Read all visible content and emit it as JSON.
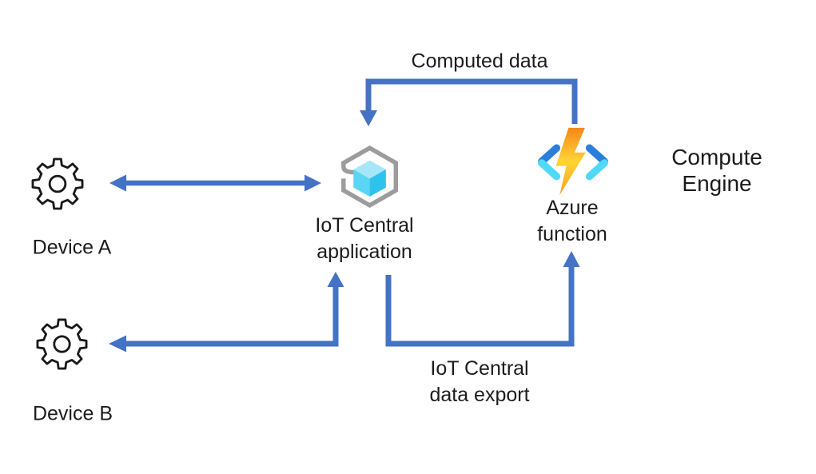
{
  "labels": {
    "computed_data": "Computed data",
    "device_a": "Device A",
    "device_b": "Device B",
    "iot_central_app": "IoT Central\napplication",
    "azure_function": "Azure\nfunction",
    "compute_engine": "Compute Engine",
    "data_export": "IoT Central\ndata export"
  },
  "icons": {
    "device_a": "gear-icon",
    "device_b": "gear-icon",
    "iot_central": "iot-central-hexagon-cube-icon",
    "azure_function": "azure-functions-lightning-icon"
  },
  "colors": {
    "connector": "#4472C4",
    "text": "#1C1C1C",
    "background": "#FFFFFF",
    "gear_outline": "#1A1A1A",
    "iot_hexagon": "#9C9C9C",
    "iot_cube_top": "#A7E6F9",
    "iot_cube_left": "#5AD5F3",
    "iot_cube_right": "#2EC3EC",
    "bolt_orange_top": "#F5871A",
    "bolt_yellow_mid": "#FFD435",
    "bolt_orange_bottom": "#F9A21E",
    "bracket_dark_blue": "#2B7FDB",
    "bracket_light_cyan": "#4FD9F8"
  }
}
